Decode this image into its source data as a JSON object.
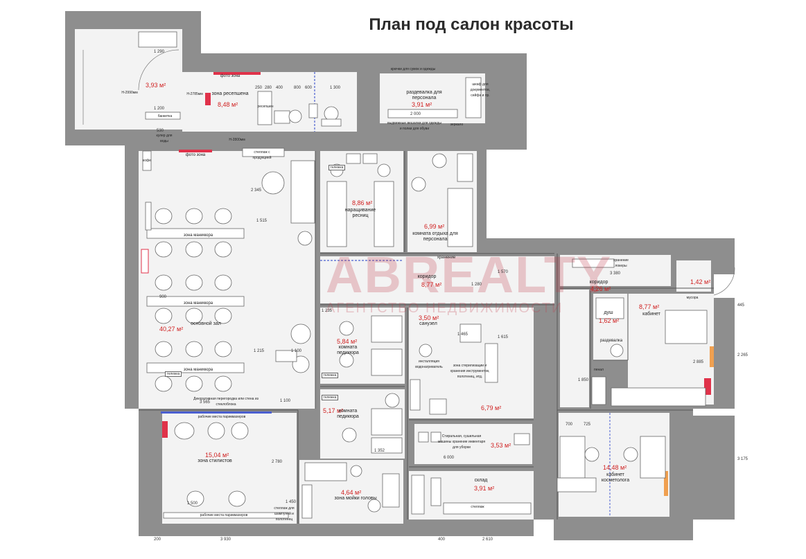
{
  "title": "План под салон красоты",
  "watermark": {
    "brand": "ABREALTY",
    "sub": "АГЕНТСТВО НЕДВИЖИМОСТИ",
    "color": "#c23a4a"
  },
  "colors": {
    "wall": "#8e8e8e",
    "floor": "#f3f3f3",
    "area_text": "#d02020",
    "accent_red": "#e0324a",
    "accent_blue": "#4a5fd0",
    "accent_orange": "#f0a050"
  },
  "rooms": {
    "entrance": {
      "area": "3,93 м²"
    },
    "reception": {
      "name": "зона ресепшена",
      "area": "8,48 м²"
    },
    "staff_dressing": {
      "name": "раздевалка для персонала",
      "area": "3,91 м²"
    },
    "main_hall": {
      "name": "основной зал",
      "area": "40,27 м²"
    },
    "lash": {
      "name": "наращивание ресниц",
      "area": "8,86 м²"
    },
    "staff_rest": {
      "name": "комната отдыха для персонала",
      "area": "6,99 м²"
    },
    "corridor": {
      "name": "коридор",
      "area": "8,77 м²"
    },
    "bathroom1": {
      "name": "санузел",
      "area": "3,50 м²"
    },
    "pedicure1": {
      "name": "комната педикюра",
      "area": "5,84 м²"
    },
    "pedicure2": {
      "name": "комната педикюра",
      "area": "5,17 м²"
    },
    "sterilization": {
      "area": "6,79 м²"
    },
    "laundry": {
      "area": "3,53 м²"
    },
    "stylists": {
      "name": "зона стилистов",
      "area": "15,04 м²"
    },
    "wash": {
      "name": "зона мойки головы",
      "area": "4,64 м²"
    },
    "storage": {
      "name": "склад",
      "area": "3,91 м²"
    },
    "corridor2": {
      "name": "коридор",
      "area": "4,26 м²"
    },
    "small_room": {
      "area": "1,42 м²"
    },
    "shower": {
      "name": "душ",
      "area": "1,62 м²"
    },
    "cabinet": {
      "name": "кабинет",
      "area": "8,77 м²"
    },
    "cosmetology": {
      "name": "кабинет косметолога",
      "area": "14,48 м²"
    }
  },
  "labels": {
    "photo_zone_1": "фото зона",
    "photo_zone_2": "фото зона",
    "hooks": "крючки для сумок и одежды",
    "hangers": "выдвижные вешалки для одежды и полки для обуви",
    "mirror": "зеркало",
    "docs_cabinet": "шкаф для документов, сейфа и пр.",
    "cooler": "кулер для воды",
    "coffee": "кофе",
    "product_rack": "стеллаж с продукцией",
    "manicure_zone_1": "зона маникюра",
    "manicure_zone_2": "зона маникюра",
    "manicure_zone_3": "зона маникюра",
    "cart": "тележка",
    "storage_label": "хранение",
    "lockers": "хранение локеры",
    "dressing": "раздевалка",
    "pencil": "пенал",
    "steriliz_zone": "зона стерилизации и хранения инструментов, полотенец, итд.",
    "water_heater": "инсталляция водонагреватель",
    "washer": "Стиральная, сушильная машины хранение инвентаря для уборки",
    "partition": "Декоративная перегородка или стена из стеклоблока",
    "hairdresser_places_1": "рабочие места парикмахеров",
    "hairdresser_places_2": "рабочие места парикмахеров",
    "shampoo_rack": "стеллаж для шампуней и полотенец",
    "rack": "стеллаж",
    "trash": "мусора",
    "h2990": "Н-2990мм",
    "h2785": "Н-2785мм",
    "h2800": "Н-2800мм",
    "banquet": "банкетка",
    "reception_desk": "ресепшен"
  },
  "dimensions": {
    "d1290": "1 290",
    "d1200": "1 200",
    "d250a": "250",
    "d280": "280",
    "d400a": "400",
    "d800": "800",
    "d600": "600",
    "d1300": "1 300",
    "d2000": "2 000",
    "d530": "530",
    "d2345": "2 345",
    "d1515": "1 515",
    "d900a": "900",
    "d1215": "1 215",
    "d1100": "1 100",
    "d3565": "3 565",
    "d1100b": "1 100",
    "d1500": "1 500",
    "d1450": "1 450",
    "d3930": "3 930",
    "d2610": "2 610",
    "d200": "200",
    "d400b": "400",
    "d3380": "3 380",
    "d1570": "1 570",
    "d1280": "1 280",
    "d1235": "1 235",
    "d1352": "1 352",
    "d1465": "1 465",
    "d1615": "1 615",
    "d2885": "2 885",
    "d2265": "2 265",
    "d3175": "3 175",
    "d1850": "1 850",
    "d725": "725",
    "d700": "700",
    "d445": "445",
    "d2780": "2 780",
    "d6000": "6 000"
  }
}
